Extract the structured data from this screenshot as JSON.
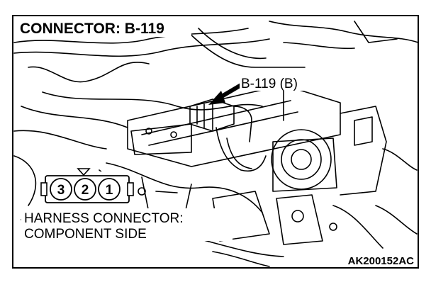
{
  "title": "CONNECTOR: B-119",
  "callout_label": "B-119 (B)",
  "connector_pins": [
    "3",
    "2",
    "1"
  ],
  "caption_lines": [
    "HARNESS CONNECTOR:",
    "COMPONENT SIDE"
  ],
  "figure_code": "AK200152AC"
}
